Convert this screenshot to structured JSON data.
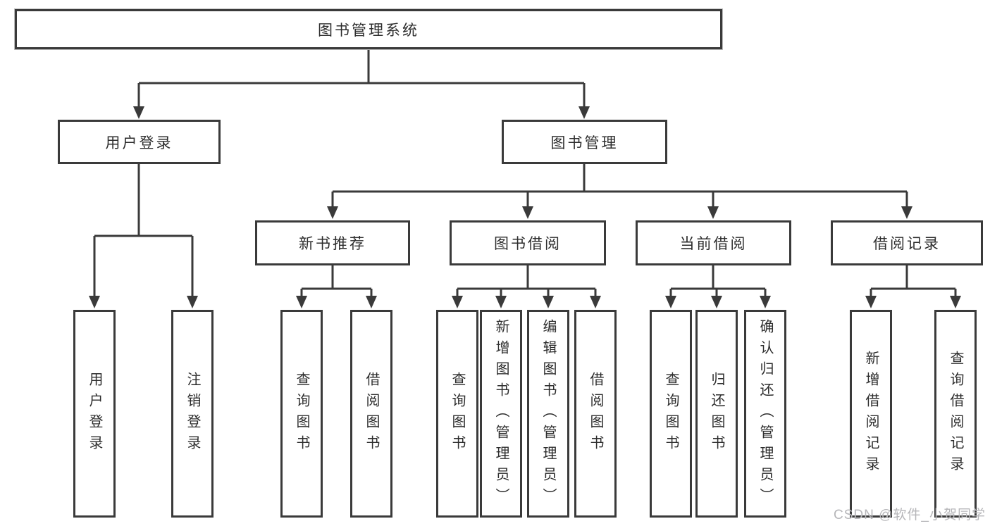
{
  "tree": {
    "root": {
      "label": "图书管理系统"
    },
    "branches": [
      {
        "label": "用户登录",
        "leaves": [
          {
            "label": "用户登录"
          },
          {
            "label": "注销登录"
          }
        ]
      },
      {
        "label": "图书管理",
        "groups": [
          {
            "label": "新书推荐",
            "leaves": [
              {
                "label": "查询图书"
              },
              {
                "label": "借阅图书"
              }
            ]
          },
          {
            "label": "图书借阅",
            "leaves": [
              {
                "label": "查询图书"
              },
              {
                "label": "新增图书（管理员）"
              },
              {
                "label": "编辑图书（管理员）"
              },
              {
                "label": "借阅图书"
              }
            ]
          },
          {
            "label": "当前借阅",
            "leaves": [
              {
                "label": "查询图书"
              },
              {
                "label": "归还图书"
              },
              {
                "label": "确认归还（管理员）"
              }
            ]
          },
          {
            "label": "借阅记录",
            "leaves": [
              {
                "label": "新增借阅记录"
              },
              {
                "label": "查询借阅记录"
              }
            ]
          }
        ]
      }
    ]
  },
  "watermark": {
    "text": "CSDN @软件_小贺同学"
  },
  "colors": {
    "line": "#3a3a3a",
    "text": "#2d2d2d",
    "watermark": "#b6b6b9",
    "background": "#ffffff"
  }
}
